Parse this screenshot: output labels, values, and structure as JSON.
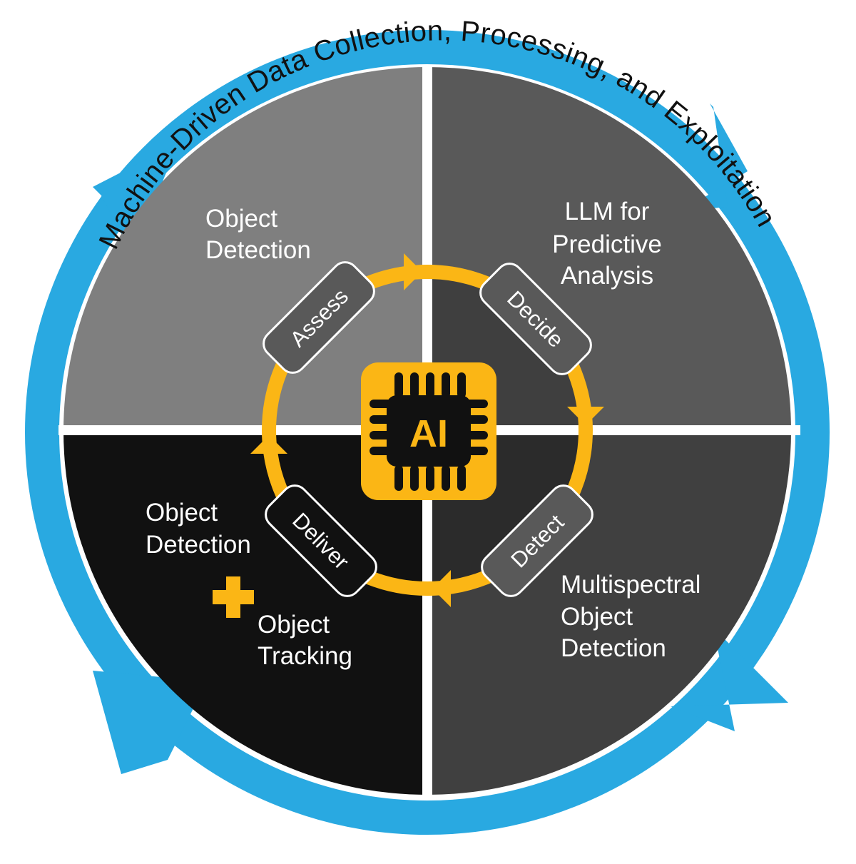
{
  "ring_title": "Machine-Driven Data Collection, Processing, and Exploitation",
  "center_label": "AI",
  "quadrants": [
    {
      "id": "top-left",
      "lines": [
        "Object",
        "Detection"
      ]
    },
    {
      "id": "top-right",
      "lines": [
        "LLM for",
        "Predictive",
        "Analysis"
      ]
    },
    {
      "id": "bottom-right",
      "lines": [
        "Multispectral",
        "Object",
        "Detection"
      ]
    },
    {
      "id": "bottom-left",
      "lines": [
        "Object",
        "Detection",
        "Object",
        "Tracking"
      ]
    }
  ],
  "cycle_steps": [
    "Assess",
    "Decide",
    "Detect",
    "Deliver"
  ],
  "icons": [
    "chip-icon",
    "plus-icon",
    "cycle-arrow-icon"
  ],
  "colors": {
    "outer_ring": "#29a9e1",
    "cycle": "#fbb615",
    "quadrant_top_left": "#7f7f7f",
    "quadrant_top_right": "#595959",
    "quadrant_bottom_right": "#404040",
    "quadrant_bottom_left": "#111111"
  }
}
